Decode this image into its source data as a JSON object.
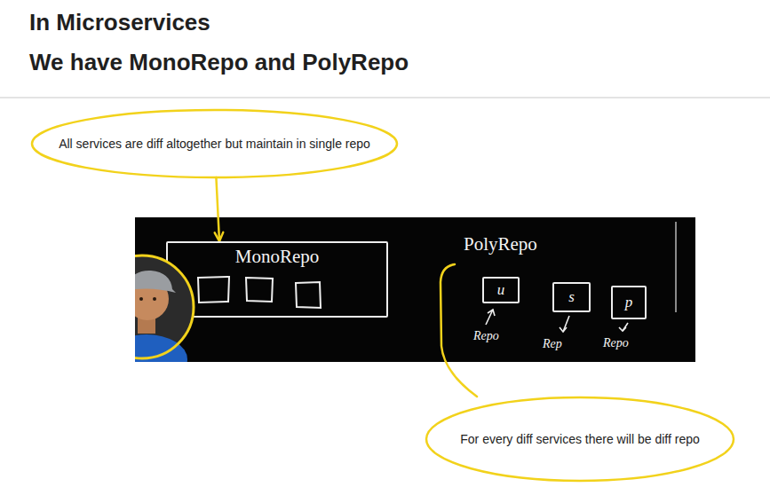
{
  "diagram": {
    "title": "In Microservices",
    "nodes": [
      {
        "text": [
          "All services are diff altogether but maintain in single repo"
        ]
      },
      {
        "text": [
          "MonoRepo"
        ]
      },
      {
        "text": [
          "u"
        ]
      },
      {
        "text": [
          "s"
        ]
      },
      {
        "text": [
          "p"
        ]
      },
      {
        "text": [
          "For every diff services there will be diff repo"
        ]
      }
    ],
    "edges": [
      {
        "from": 0,
        "to": 1,
        "arrow": "to"
      }
    ],
    "labels": [
      "We have MonoRepo and PolyRepo",
      "PolyRepo",
      "Repo",
      "Rep",
      "Repo"
    ]
  }
}
